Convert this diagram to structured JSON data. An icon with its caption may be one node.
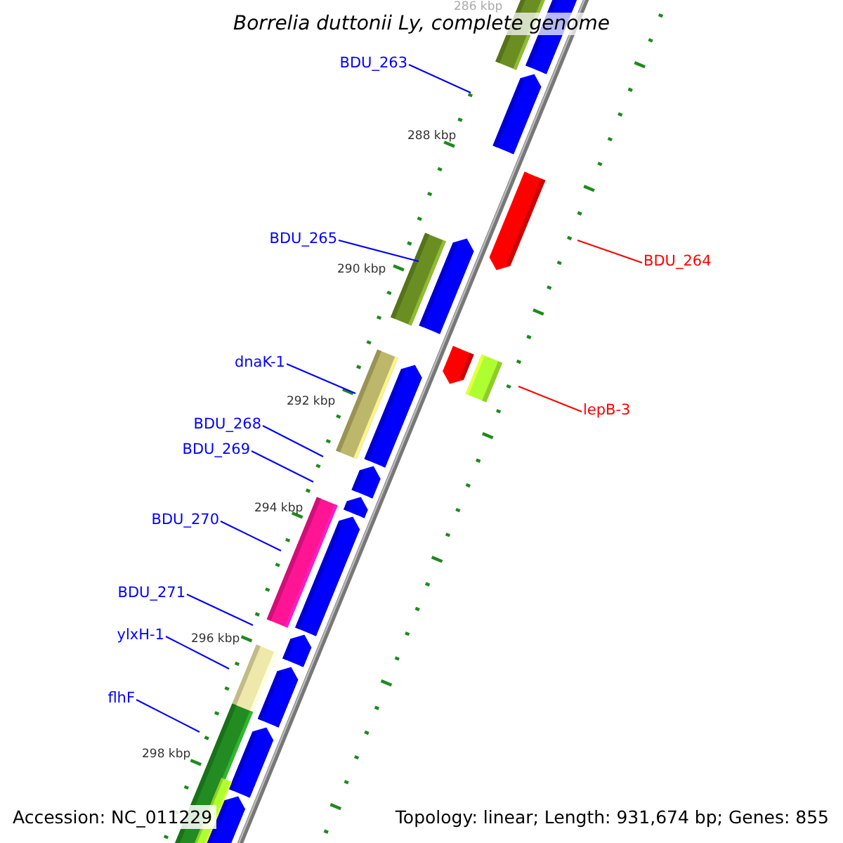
{
  "diagram": {
    "title": "Borrelia duttonii Ly, complete genome",
    "nodes": [
      {
        "text": [
          "BDU_263"
        ]
      },
      {
        "text": [
          "BDU_265"
        ]
      },
      {
        "text": [
          "BDU_264"
        ]
      },
      {
        "text": [
          "dnaK-1"
        ]
      },
      {
        "text": [
          "lepB-3"
        ]
      },
      {
        "text": [
          "BDU_268"
        ]
      },
      {
        "text": [
          "BDU_269"
        ]
      },
      {
        "text": [
          "BDU_270"
        ]
      },
      {
        "text": [
          "BDU_271"
        ]
      },
      {
        "text": [
          "ylxH-1"
        ]
      },
      {
        "text": [
          "flhF"
        ]
      }
    ],
    "edges": [
      {
        "from": 0,
        "to": null,
        "arrow": "none"
      },
      {
        "from": 1,
        "to": null,
        "arrow": "none"
      },
      {
        "from": 2,
        "to": null,
        "arrow": "none",
        "color": "#ff0000"
      },
      {
        "from": 3,
        "to": null,
        "arrow": "none"
      },
      {
        "from": 4,
        "to": null,
        "arrow": "none",
        "color": "#ff0000"
      },
      {
        "from": 5,
        "to": null,
        "arrow": "none"
      },
      {
        "from": 6,
        "to": null,
        "arrow": "none"
      },
      {
        "from": 7,
        "to": null,
        "arrow": "none"
      },
      {
        "from": 8,
        "to": null,
        "arrow": "none"
      },
      {
        "from": 9,
        "to": null,
        "arrow": "none"
      },
      {
        "from": 10,
        "to": null,
        "arrow": "none"
      }
    ],
    "labels": [
      "286 kbp",
      "288 kbp",
      "290 kbp",
      "292 kbp",
      "294 kbp",
      "296 kbp",
      "298 kbp",
      "Accession: NC_011229",
      "Topology: linear; Length: 931,674 bp; Genes: 855"
    ]
  }
}
